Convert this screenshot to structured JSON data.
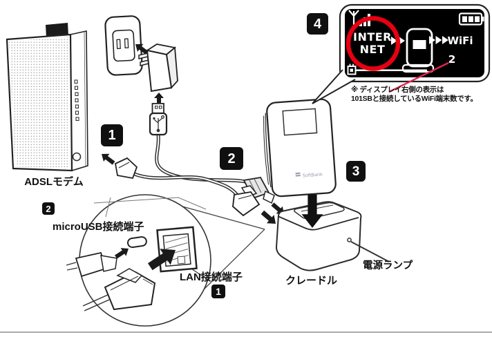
{
  "diagram": {
    "steps": {
      "step1": "1",
      "step2": "2",
      "step3": "3",
      "step4": "4"
    },
    "labels": {
      "adsl_modem": "ADSLモデム",
      "cradle": "クレードル",
      "power_lamp": "電源ランプ"
    },
    "callout": {
      "microusb_step": "2",
      "microusb_label": "microUSB接続端子",
      "lan_label": "LAN接続端子",
      "lan_step": "1"
    },
    "display": {
      "internet_line1": "INTER",
      "internet_line2": "NET",
      "wifi_label": "WiFi",
      "wifi_count": "2",
      "icons": [
        "signal-strength-icon",
        "battery-icon",
        "router-icon",
        "power-plug-icon"
      ]
    },
    "note": {
      "line1": "※ ディスプレイ右側の表示は",
      "line2": "101SBと接続しているWiFi端末数です。"
    },
    "device": {
      "logo": "SoftBank"
    },
    "colors": {
      "highlight_red": "#e60012",
      "pointer_red": "#e8244f",
      "screen_background": "#000000",
      "line_art": "#222222",
      "divider": "#aaaaaa"
    }
  }
}
